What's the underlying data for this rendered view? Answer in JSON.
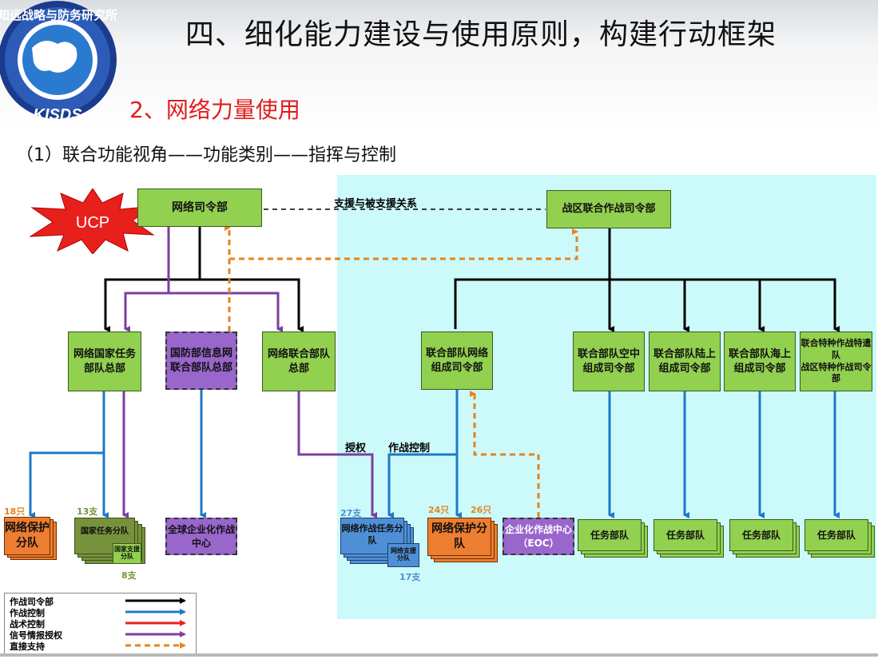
{
  "header": {
    "title": "四、细化能力建设与使用原则，构建行动框架",
    "subtitle": "2、网络力量使用",
    "section": "（1）联合功能视角——功能类别——指挥与控制",
    "logo": {
      "arc_text": "知远战略与防务研究所",
      "bottom_text": "KISDS"
    }
  },
  "diagram": {
    "ucp": "UCP",
    "cyber_command": "网络司令部",
    "theater_command": "战区联合作战司令部",
    "support_relation": "支援与被支援关系",
    "nmf_hq": "网络国家任务部队总部",
    "disa_hq": "国防部信息网联合部队总部",
    "jf_hq": "网络联合部队总部",
    "jfcc": "联合部队网络组成司令部",
    "air_cc": "联合部队空中组成司令部",
    "land_cc": "联合部队陆上组成司令部",
    "sea_cc": "联合部队海上组成司令部",
    "sof_cc_1": "联合特种作战特遣队",
    "sof_cc_2": "战区特种作战司令部",
    "cpt_left": "网络保护分队",
    "cpt_left_count": "18只",
    "nmt": "国家任务分队",
    "nmt_count": "13支",
    "nst": "国家支援分队",
    "nst_count": "8支",
    "gec": "全球企业化作战中心",
    "authorization": "授权",
    "opcon": "作战控制",
    "cmt": "网络作战任务分队",
    "cmt_count": "27支",
    "cst": "网络支援分队",
    "cst_count": "17支",
    "cpt_right": "网络保护分队",
    "cpt_right_count_a": "24只",
    "cpt_right_count_b": "26只",
    "eoc": "企业化作战中心（EOC）",
    "task_force": "任务部队"
  },
  "legend": [
    {
      "label": "作战司令部",
      "color": "#000000",
      "style": "solid"
    },
    {
      "label": "作战控制",
      "color": "#1f78c8",
      "style": "solid"
    },
    {
      "label": "战术控制",
      "color": "#e8201c",
      "style": "solid"
    },
    {
      "label": "信号情报授权",
      "color": "#7b3fa0",
      "style": "solid"
    },
    {
      "label": "直接支持",
      "color": "#e8821e",
      "style": "dashed"
    }
  ],
  "colors": {
    "combatant": "#000000",
    "opcon": "#1f78c8",
    "tacon": "#e8201c",
    "sigint": "#7b3fa0",
    "support": "#e8821e",
    "green_box": "#92d050",
    "purple_box": "#9966cc",
    "orange_box": "#ed7d31",
    "blue_box": "#4f8fd6",
    "zone": "#ccfafb"
  }
}
